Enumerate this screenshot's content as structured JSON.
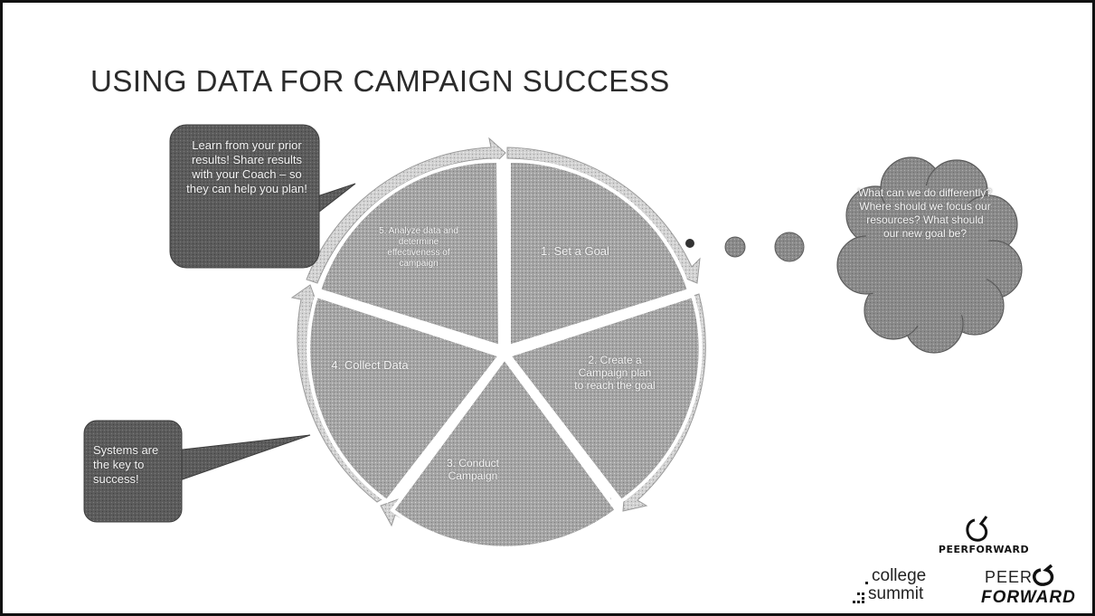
{
  "slide": {
    "title": "USING DATA FOR CAMPAIGN SUCCESS"
  },
  "cycle": {
    "segments": [
      {
        "label": "1. Set a Goal"
      },
      {
        "label": "2. Create a Campaign plan to reach the goal"
      },
      {
        "label": "3. Conduct Campaign"
      },
      {
        "label": "4. Collect Data"
      },
      {
        "label": "5. Analyze data and determine effectiveness of campaign"
      }
    ]
  },
  "callouts": {
    "top": "Learn from your prior results! Share results with your Coach – so they can help you plan!",
    "bottom": "Systems are the key to success!"
  },
  "thought_cloud": {
    "text": "What can we do differently? Where should we focus our resources? What should our new goal be?"
  },
  "logos": {
    "peerforward_top": "PEERFORWARD",
    "college_line1": "college",
    "college_line2": "summit",
    "peer": "PEER",
    "forward": "FORWARD"
  },
  "colors": {
    "segment_fill": "#a3a3a3",
    "arrow_fill": "#cdcdcd",
    "callout_fill": "#5a5a5a",
    "cloud_fill": "#8c8c8c"
  }
}
